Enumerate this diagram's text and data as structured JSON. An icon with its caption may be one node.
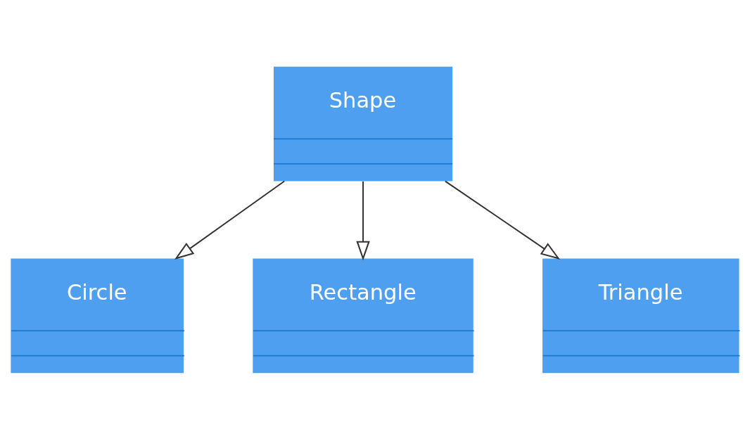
{
  "diagram": {
    "nodes": [
      {
        "text": [
          "Shape"
        ]
      },
      {
        "text": [
          "Circle"
        ]
      },
      {
        "text": [
          "Rectangle"
        ]
      },
      {
        "text": [
          "Triangle"
        ]
      }
    ],
    "edges": [
      {
        "from": 0,
        "to": 1,
        "arrow": "to"
      },
      {
        "from": 0,
        "to": 2,
        "arrow": "to"
      },
      {
        "from": 0,
        "to": 3,
        "arrow": "to"
      }
    ]
  }
}
